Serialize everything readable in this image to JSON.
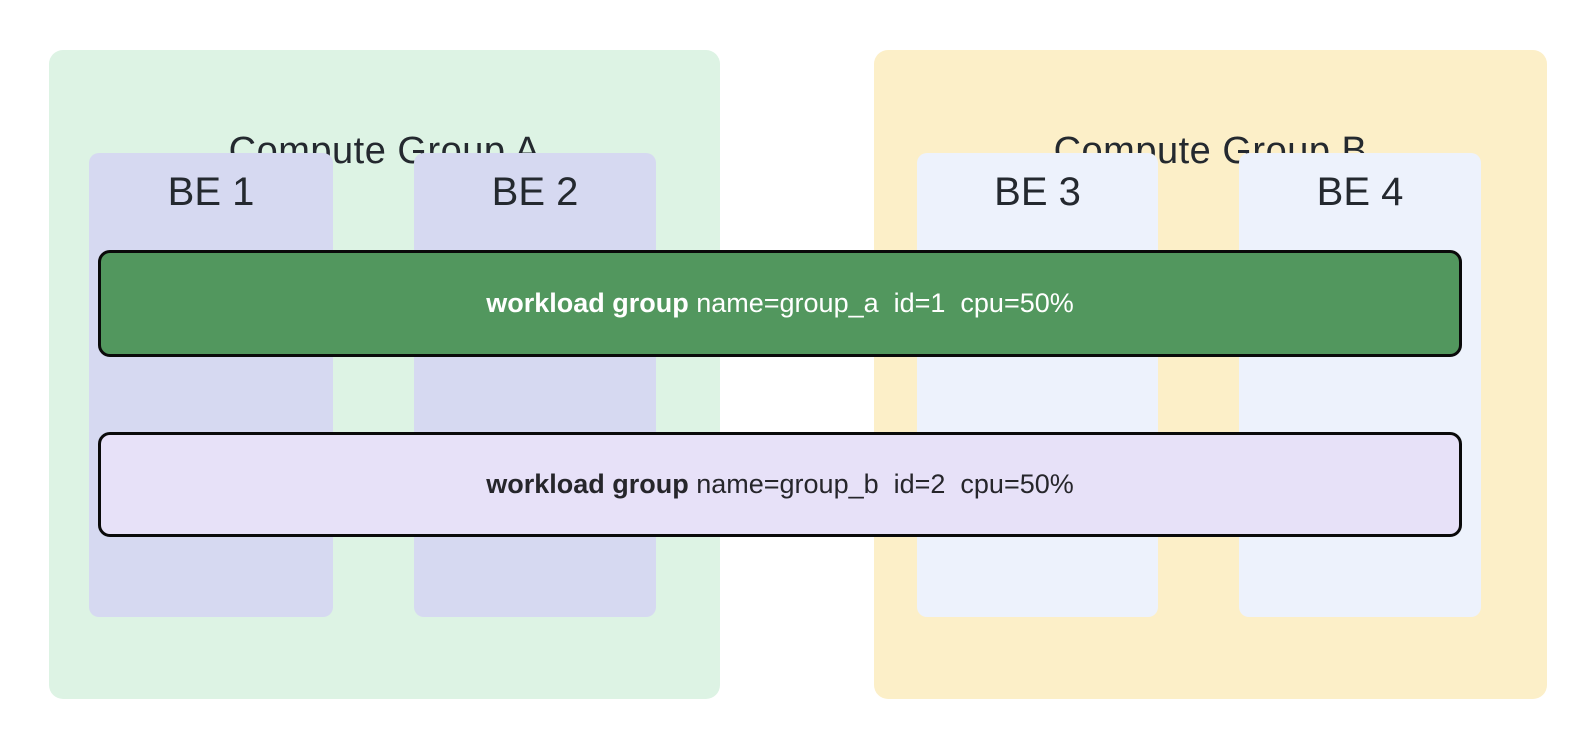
{
  "diagram": {
    "groups": [
      {
        "title": "Compute Group A",
        "bg": "#ddf3e4",
        "nodes": [
          {
            "label": "BE 1",
            "bg": "#d6d9f1"
          },
          {
            "label": "BE 2",
            "bg": "#d6d9f1"
          }
        ]
      },
      {
        "title": "Compute Group B",
        "bg": "#fcefc8",
        "nodes": [
          {
            "label": "BE 3",
            "bg": "#edf2fc"
          },
          {
            "label": "BE 4",
            "bg": "#edf2fc"
          }
        ]
      }
    ],
    "workload_groups": [
      {
        "bold": "workload group",
        "attrs": " name=group_a  id=1  cpu=50%",
        "bg": "#52975e",
        "text_color": "#ffffff",
        "border_color": "#0a0a0a"
      },
      {
        "bold": "workload group",
        "attrs": " name=group_b  id=2  cpu=50%",
        "bg": "#e7e1f8",
        "text_color": "#26262b",
        "border_color": "#0a0a0a"
      }
    ],
    "colors": {
      "page_bg": "#ffffff",
      "title_text": "#24292f",
      "node_label_text": "#24292f"
    }
  }
}
